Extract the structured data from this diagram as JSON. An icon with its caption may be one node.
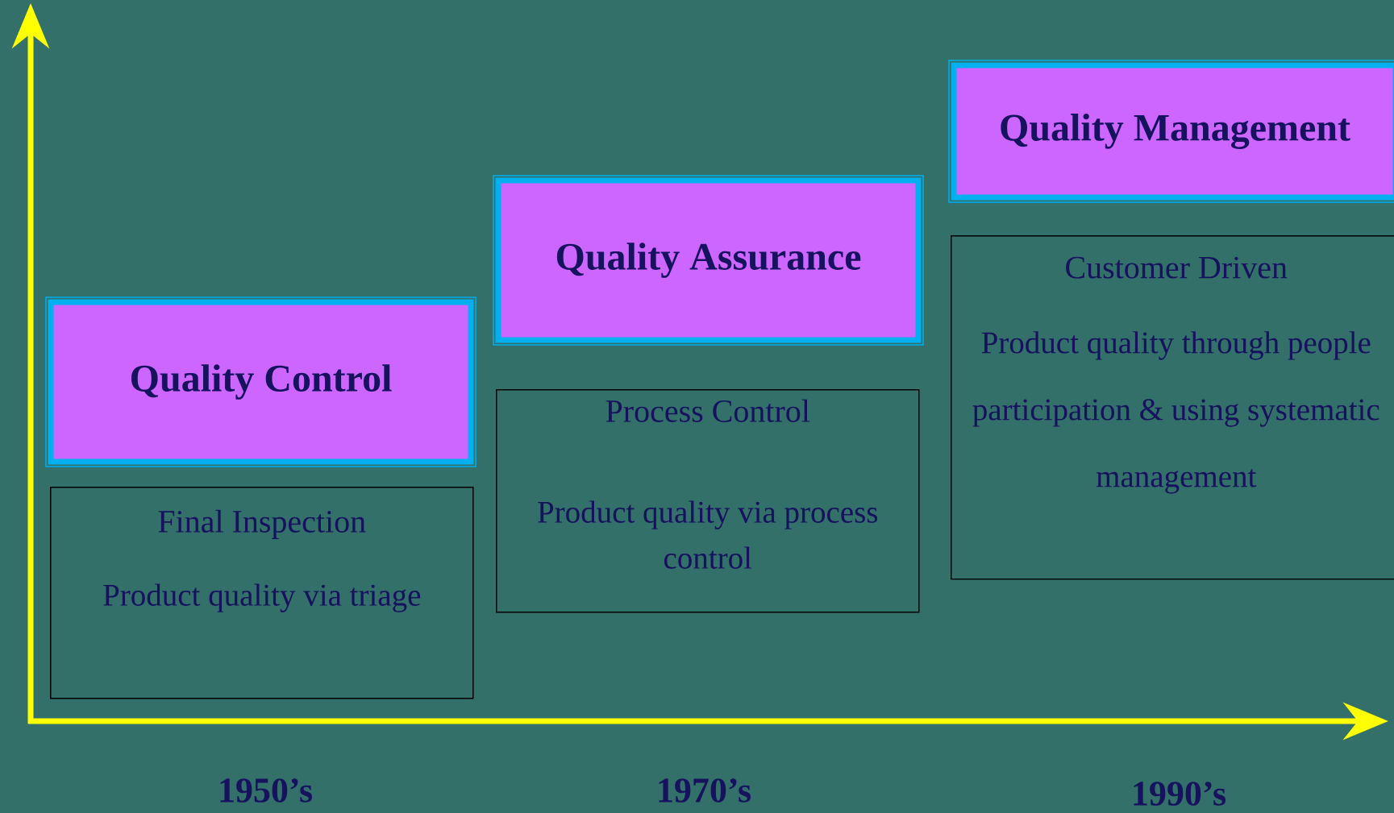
{
  "diagram": {
    "nodes": [
      {
        "text": [
          "Quality Control"
        ]
      },
      {
        "text": [
          "Final Inspection",
          "Product quality via triage"
        ]
      },
      {
        "text": [
          "Quality Assurance"
        ]
      },
      {
        "text": [
          "Process Control",
          "Product quality via process control"
        ]
      },
      {
        "text": [
          "Quality Management"
        ]
      },
      {
        "text": [
          "Customer Driven",
          "Product quality through people participation & using systematic management"
        ]
      }
    ],
    "edges": [],
    "labels": [
      "1950’s",
      "1970’s",
      "1990’s"
    ]
  }
}
